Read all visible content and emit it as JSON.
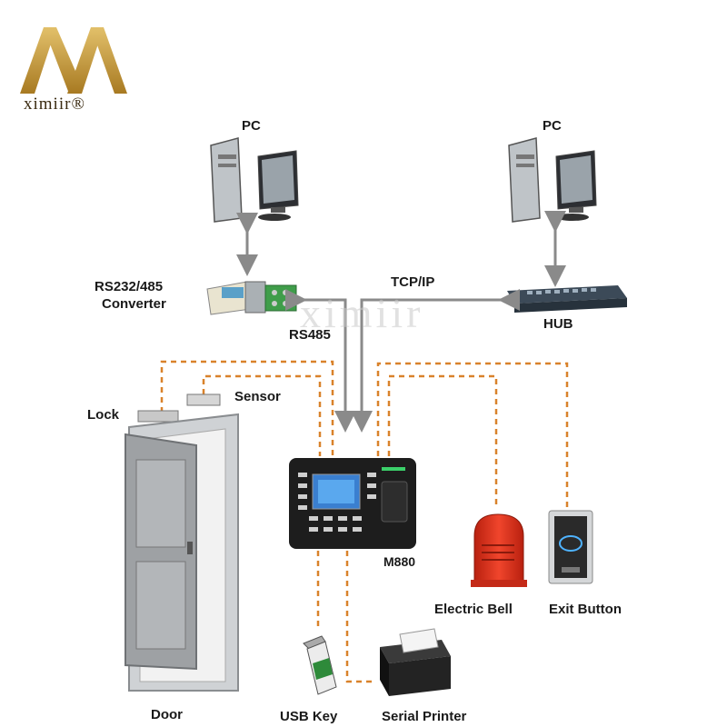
{
  "brand": {
    "name": "ximiir®"
  },
  "watermark": "ximiir",
  "labels": {
    "pc_left": "PC",
    "pc_right": "PC",
    "converter_line1": "RS232/485",
    "converter_line2": "Converter",
    "tcpip": "TCP/IP",
    "rs485": "RS485",
    "hub": "HUB",
    "lock": "Lock",
    "sensor": "Sensor",
    "device": "M880",
    "electric_bell": "Electric Bell",
    "exit_button": "Exit Button",
    "door": "Door",
    "usb_key": "USB Key",
    "serial_printer": "Serial Printer"
  },
  "colors": {
    "wire_dashed": "#d9822b",
    "arrow": "#8a8a8a",
    "gold": "#c79a3a",
    "bell": "#e0321e",
    "device_body": "#1d1d1d"
  }
}
